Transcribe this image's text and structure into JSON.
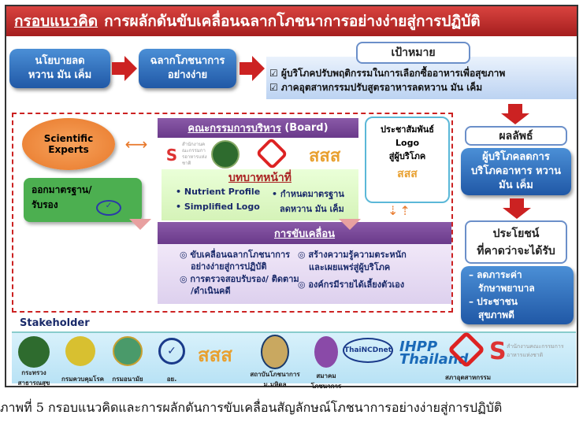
{
  "title": {
    "underlined": "กรอบแนวคิด",
    "rest": "การผลักดันขับเคลื่อนฉลากโภชนาการอย่างง่ายสู่การปฏิบัติ"
  },
  "policy": {
    "line1": "นโยบายลด",
    "line2": "หวาน มัน เค็ม"
  },
  "label_box": {
    "line1": "ฉลากโภชนาการ",
    "line2": "อย่างง่าย"
  },
  "goal": {
    "heading": "เป้าหมาย",
    "items": [
      "☑ ผู้บริโภคปรับพฤติกรรมในการเลือกซื้ออาหารเพื่อสุขภาพ",
      "☑ ภาคอุตสาหกรรมปรับสูตรอาหารลดหวาน มัน เค็ม"
    ]
  },
  "experts": {
    "line1": "Scientific",
    "line2": "Experts"
  },
  "standard": {
    "line1": "ออกมาตรฐาน/",
    "line2": "รับรอง"
  },
  "board": {
    "title": "คณะกรรมการบริหาร",
    "suffix": "(Board)"
  },
  "roles": {
    "title": "บทบาทหน้าที่",
    "items": [
      "• Nutrient Profile",
      "• Simplified Logo",
      "• กำหนดมาตรฐาน",
      "ลดหวาน มัน เค็ม"
    ]
  },
  "drive": {
    "title": "การขับเคลื่อน",
    "items": [
      "◎ ขับเคลื่อนฉลากโภชนาการ",
      "อย่างง่ายสู่การปฏิบัติ",
      "◎ การตรวจสอบรับรอง/ ติดตาม",
      "/ดำเนินคดี",
      "◎ สร้างความรู้ความตระหนัก",
      "และเผยแพร่สู่ผู้บริโภค",
      "◎ องค์กรมีรายได้เลี้ยงตัวเอง"
    ]
  },
  "pr": {
    "line1": "ประชาสัมพันธ์",
    "line2": "Logo",
    "line3": "สู่ผู้บริโภค",
    "logo": "สสส"
  },
  "outcome": {
    "heading": "ผลลัพธ์",
    "text": "ผู้บริโภคลดการบริโภคอาหาร หวาน มัน เค็ม"
  },
  "benefit": {
    "heading1": "ประโยชน์",
    "heading2": "ที่คาดว่าจะได้รับ",
    "items": [
      "– ลดภาระค่า",
      "รักษาพยาบาล",
      "– ประชาชน",
      "สุขภาพดี"
    ]
  },
  "stakeholder": {
    "label": "Stakeholder",
    "items": [
      "กระทรวงสาธารณสุข",
      "กรมควบคุมโรค",
      "กรมอนามัย",
      "อย.",
      "สสส",
      "สถาบันโภชนาการ ม.มหิดล",
      "สมาคมโภชนาการ",
      "ThaiNCDnet",
      "IHPP Thailand",
      "สภาอุตสาหกรรม",
      "สำนักงานคณะกรรมการอาหารแห่งชาติ"
    ]
  },
  "board_logos": [
    "สำนักงานคณะกรรมการอาหารแห่งชาติ",
    "กระทรวงสาธารณสุข",
    "สภาอุตสาหกรรม",
    "สสส"
  ],
  "caption": "ภาพที่ 5 กรอบแนวคิดและการผลักดันการขับเคลื่อนสัญลักษณ์โภชนาการอย่างง่ายสู่การปฏิบัติ"
}
